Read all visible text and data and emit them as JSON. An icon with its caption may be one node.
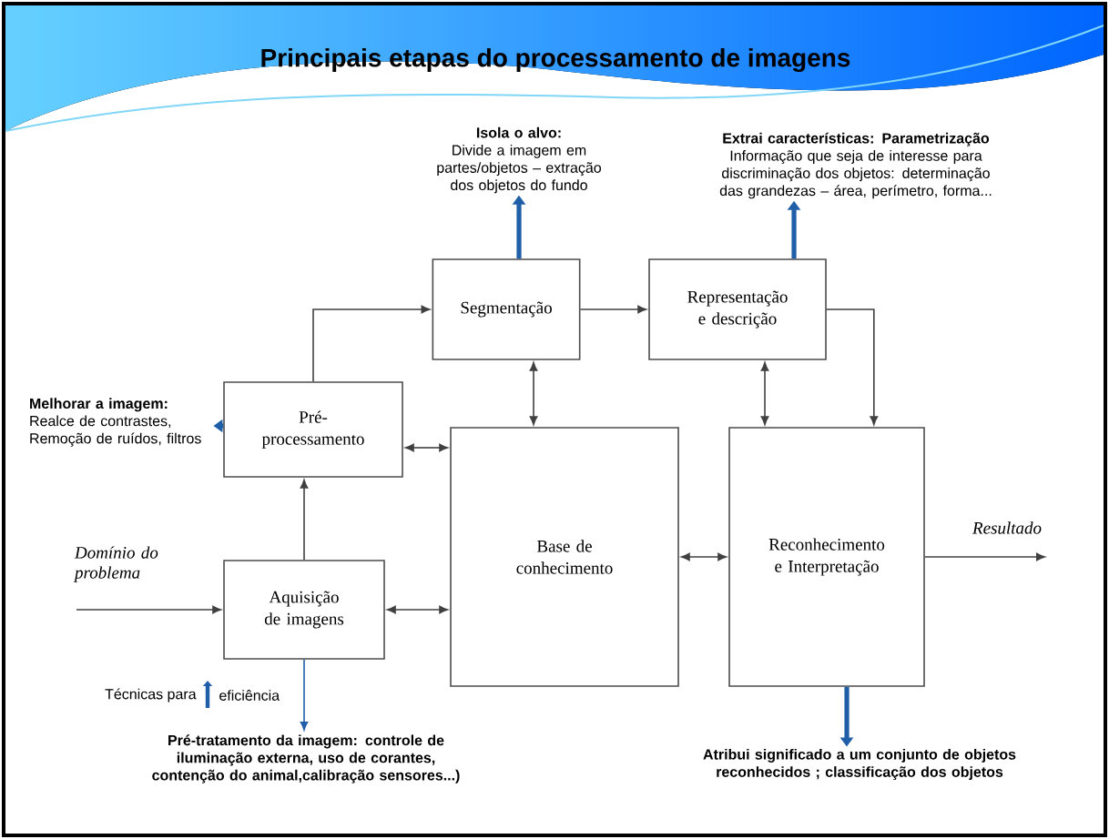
{
  "diagram": {
    "title": "Principais etapas do processamento de imagens",
    "nodes": [
      {
        "text": [
          "Segmentação"
        ]
      },
      {
        "text": [
          "Representação e descrição"
        ]
      },
      {
        "text": [
          "Pré-processamento"
        ]
      },
      {
        "text": [
          "Base de conhecimento"
        ]
      },
      {
        "text": [
          "Reconhecimento e Interpretação"
        ]
      },
      {
        "text": [
          "Aquisição de imagens"
        ]
      },
      {
        "text": [
          "Isola o alvo:",
          "Divide a imagem em partes/objetos – extração dos objetos do fundo"
        ]
      },
      {
        "text": [
          "Extrai características: Parametrização",
          "Informação que seja de interesse para discriminação dos objetos: determinação das grandezas – área, perímetro, forma..."
        ]
      },
      {
        "text": [
          "Melhorar a imagem:",
          "Realce de contrastes, Remoção de ruídos, filtros"
        ]
      },
      {
        "text": [
          "Pré-tratamento da imagem: controle de iluminação externa, uso de corantes, contenção do animal,calibração sensores...)"
        ]
      },
      {
        "text": [
          "Atribui significado a um conjunto de objetos reconhecidos ; classificação dos objetos"
        ]
      }
    ],
    "edges": [
      {
        "from": null,
        "to": 5,
        "arrow": "to",
        "label": "Domínio do problema"
      },
      {
        "from": 5,
        "to": 2,
        "arrow": "to"
      },
      {
        "from": 2,
        "to": 0,
        "arrow": "to"
      },
      {
        "from": 0,
        "to": 1,
        "arrow": "to"
      },
      {
        "from": 1,
        "to": 4,
        "arrow": "to"
      },
      {
        "from": 0,
        "to": 3,
        "arrow": "both"
      },
      {
        "from": 1,
        "to": 4,
        "arrow": "both"
      },
      {
        "from": 2,
        "to": 3,
        "arrow": "both"
      },
      {
        "from": 5,
        "to": 3,
        "arrow": "both"
      },
      {
        "from": 3,
        "to": 4,
        "arrow": "both"
      },
      {
        "from": 4,
        "to": null,
        "arrow": "to",
        "label": "Resultado"
      },
      {
        "from": 0,
        "to": 6,
        "arrow": "to",
        "style": "thick",
        "color": "#1f5fa8"
      },
      {
        "from": 1,
        "to": 7,
        "arrow": "to",
        "style": "thick",
        "color": "#1f5fa8"
      },
      {
        "from": 2,
        "to": 8,
        "arrow": "to",
        "style": "thick",
        "color": "#1f5fa8"
      },
      {
        "from": 5,
        "to": 9,
        "arrow": "to",
        "color": "#1f5fa8"
      },
      {
        "from": 4,
        "to": 10,
        "arrow": "to",
        "style": "thick",
        "color": "#1f5fa8"
      }
    ],
    "labels": [
      "Técnicas para",
      "eficiência"
    ]
  }
}
